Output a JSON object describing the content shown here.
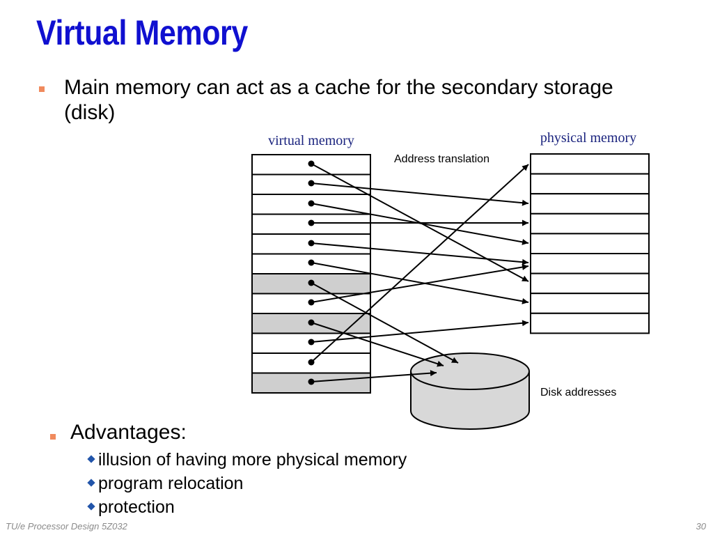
{
  "slide": {
    "title": "Virtual Memory",
    "bullet_main": "Main memory can act as a cache for the secondary storage (disk)",
    "advantages": {
      "heading": "Advantages:",
      "items": [
        "illusion of having more physical memory",
        "program relocation",
        "protection"
      ]
    },
    "footer": {
      "left": "TU/e Processor Design 5Z032",
      "page_number": "30"
    }
  },
  "diagram": {
    "virtual_label": "virtual memory",
    "physical_label": "physical memory",
    "translation_label": "Address translation",
    "disk_label": "Disk addresses",
    "label_color": "#1a237e",
    "accent_bullet": "#f08a5d",
    "shaded_fill": "#cfcfcf",
    "disk_fill": "#d8d8d8"
  }
}
